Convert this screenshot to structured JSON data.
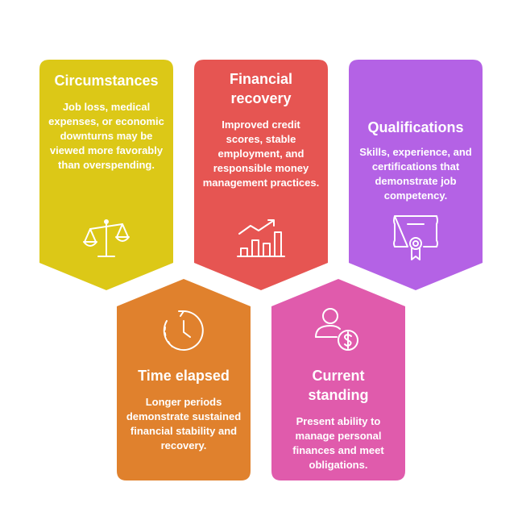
{
  "cards": [
    {
      "id": "circumstances",
      "title": "Circumstances",
      "body": "Job loss, medical expenses, or economic downturns may be viewed more favorably than overspending.",
      "color": "#DCC817",
      "icon": "scale-icon"
    },
    {
      "id": "financial-recovery",
      "title": "Financial recovery",
      "body": "Improved credit scores, stable employment, and responsible money management practices.",
      "color": "#E65552",
      "icon": "growth-chart-icon"
    },
    {
      "id": "qualifications",
      "title": "Qualifications",
      "body": "Skills, experience, and certifications that demonstrate job competency.",
      "color": "#B462E5",
      "icon": "certificate-icon"
    },
    {
      "id": "time-elapsed",
      "title": "Time elapsed",
      "body": "Longer periods demonstrate sustained financial stability and recovery.",
      "color": "#E0812D",
      "icon": "clock-icon"
    },
    {
      "id": "current-standing",
      "title": "Current standing",
      "body": "Present ability to manage personal finances and meet obligations.",
      "color": "#E05BAC",
      "icon": "person-dollar-icon"
    }
  ]
}
